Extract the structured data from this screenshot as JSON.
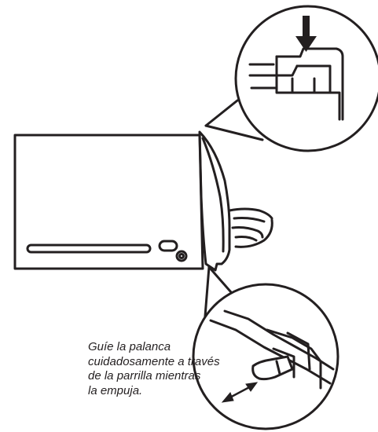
{
  "caption": {
    "lines": [
      "Guíe la palanca",
      "cuidadosamente a través",
      "de la parrilla mientras",
      "la empuja."
    ]
  },
  "colors": {
    "ink": "#231f20",
    "paper": "#ffffff"
  },
  "icons": {
    "push_down": "down-arrow-icon",
    "slide": "double-headed-arrow-icon"
  }
}
